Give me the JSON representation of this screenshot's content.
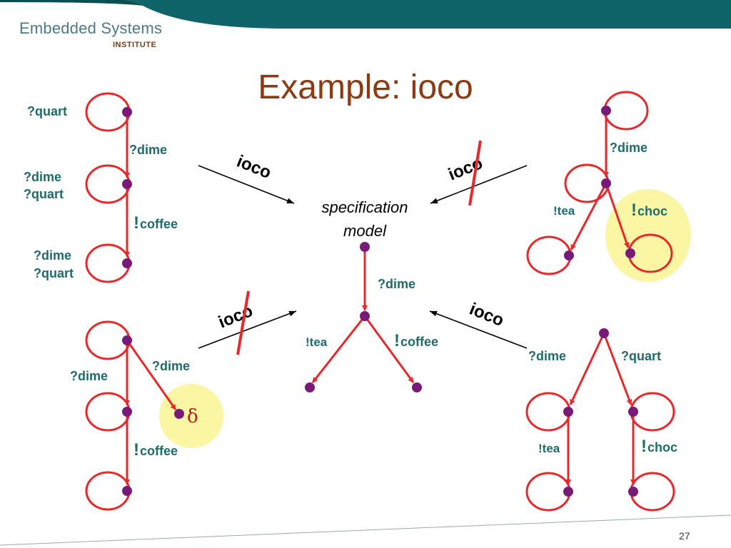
{
  "logo": {
    "main": "Embedded Systems",
    "sub": "INSTITUTE"
  },
  "title": "Example:  ioco",
  "page_number": "27",
  "spec_label": {
    "line1": "specification",
    "line2": "model"
  },
  "relation": "ioco",
  "labels": {
    "m1_quart": "?quart",
    "m1_dime": "?dime",
    "m1_dime2": "?dime",
    "m1_quart2": "?quart",
    "m1_coffee_bang": "!",
    "m1_coffee": "coffee",
    "m1_dime3": "?dime",
    "m1_quart3": "?quart",
    "m2_dime": "?dime",
    "m2_tea": "!tea",
    "m2_choc_bang": "!",
    "m2_choc": "choc",
    "spec_dime": "?dime",
    "spec_tea": "!tea",
    "spec_coffee_bang": "!",
    "spec_coffee": "coffee",
    "m3_dime_loop": "?dime",
    "m3_dime": "?dime",
    "m3_delta": "δ",
    "m3_coffee_bang": "!",
    "m3_coffee": "coffee",
    "m4_dime": "?dime",
    "m4_quart": "?quart",
    "m4_tea": "!tea",
    "m4_choc_bang": "!",
    "m4_choc": "choc"
  },
  "colors": {
    "header": "#0e6468",
    "edge": "#e8282a",
    "node": "#7a1a78",
    "highlight": "#faf6a4",
    "strike": "#e8282a"
  }
}
